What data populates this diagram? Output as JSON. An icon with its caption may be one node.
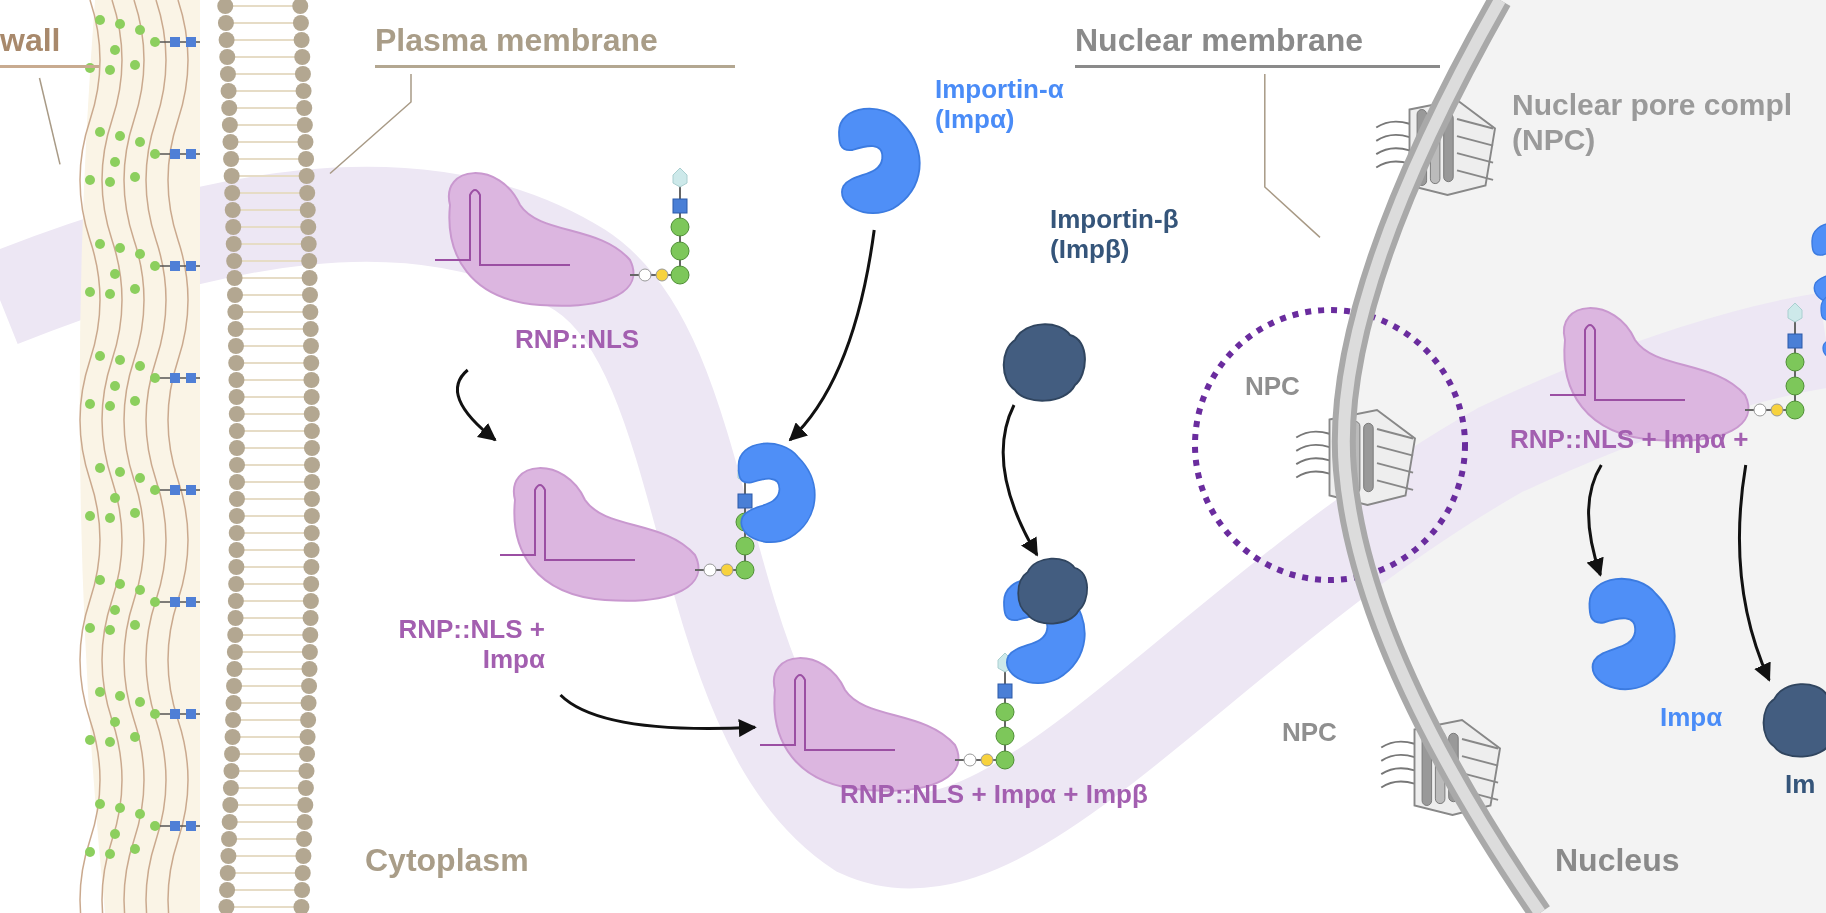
{
  "diagram": {
    "nodes": [
      {
        "text": [
          "wall"
        ]
      },
      {
        "text": [],
        "shape": "picture"
      },
      {
        "text": [
          "Plasma membrane"
        ]
      },
      {
        "text": [],
        "shape": "picture"
      },
      {
        "text": [
          "Nuclear membrane"
        ]
      },
      {
        "text": [],
        "shape": "picture"
      },
      {
        "text": [
          "Importin-α (Impα)"
        ]
      },
      {
        "text": [
          "Importin-β (Impβ)"
        ]
      },
      {
        "text": [
          "RNP::NLS"
        ]
      },
      {
        "text": [
          "RNP::NLS + Impα"
        ]
      },
      {
        "text": [
          "RNP::NLS + Impα + Impβ"
        ]
      },
      {
        "text": [
          "RNP::NLS + Impα +"
        ]
      },
      {
        "text": [
          "Impα"
        ]
      },
      {
        "text": [
          "Im"
        ]
      }
    ],
    "edges": [
      {
        "from": 0,
        "to": 1,
        "arrow": "none",
        "color": "#a89a86"
      },
      {
        "from": 2,
        "to": 3,
        "arrow": "none",
        "color": "#a89a86"
      },
      {
        "from": 4,
        "to": 5,
        "arrow": "none",
        "color": "#a89a86"
      },
      {
        "from": 8,
        "to": 9,
        "arrow": "to"
      },
      {
        "from": 6,
        "to": 9,
        "arrow": "to"
      },
      {
        "from": 9,
        "to": 10,
        "arrow": "to"
      },
      {
        "from": 7,
        "to": 10,
        "arrow": "to"
      },
      {
        "from": 11,
        "to": 12,
        "arrow": "to"
      },
      {
        "from": 11,
        "to": 13,
        "arrow": "to"
      }
    ],
    "labels": [
      "Nuclear pore compl (NPC)",
      "NPC",
      "NPC",
      "Cytoplasm",
      "Nucleus"
    ]
  }
}
